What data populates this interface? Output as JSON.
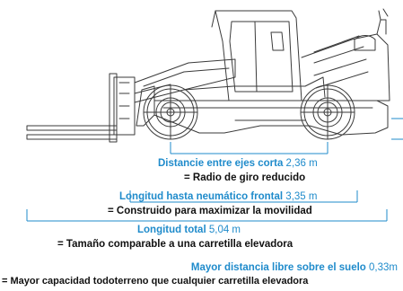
{
  "callouts": [
    {
      "label": "Distancie entre ejes corta",
      "value": "2,36 m",
      "note": "= Radio de giro reducido"
    },
    {
      "label": "Longitud hasta neumático frontal",
      "value": "3,35 m",
      "note": "= Construido para maximizar la movilidad"
    },
    {
      "label": "Longitud total",
      "value": "5,04 m",
      "note": "= Tamaño comparable a una carretilla elevadora"
    },
    {
      "label": "Mayor distancia libre sobre el suelo",
      "value": "0,33m",
      "note": "= Mayor capacidad todoterreno que cualquier carretilla elevadora"
    }
  ],
  "colors": {
    "accent": "#1f8bcb",
    "line": "#3a3a3a",
    "text": "#111111"
  }
}
